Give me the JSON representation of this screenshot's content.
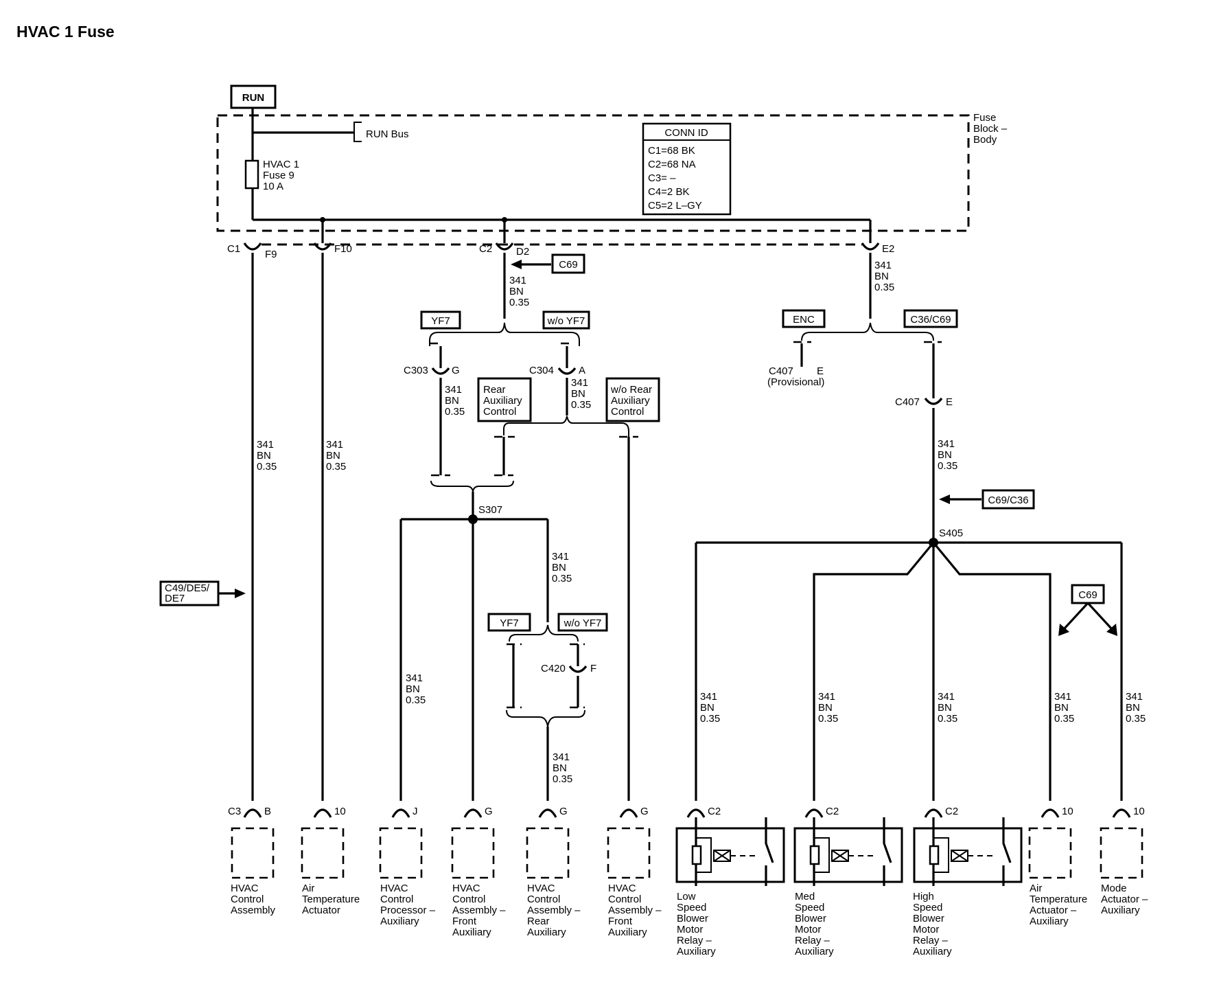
{
  "title": "HVAC 1 Fuse",
  "power": {
    "run_label": "RUN",
    "run_bus": "RUN Bus",
    "fuse": [
      "HVAC 1",
      "Fuse 9",
      "10 A"
    ],
    "fuse_block": [
      "Fuse",
      "Block –",
      "Body"
    ]
  },
  "conn_id": {
    "title": "CONN ID",
    "rows": [
      "C1=68 BK",
      "C2=68 NA",
      "C3= –",
      "C4=2 BK",
      "C5=2 L–GY"
    ]
  },
  "wire": [
    "341",
    "BN",
    "0.35"
  ],
  "connectors": {
    "c1": "C1",
    "f9": "F9",
    "f10": "F10",
    "c2": "C2",
    "d2": "D2",
    "e2": "E2",
    "c303": "C303",
    "g": "G",
    "c304": "C304",
    "a": "A",
    "c407": "C407",
    "e": "E",
    "provisional": "(Provisional)",
    "c420": "C420",
    "f": "F",
    "c3": "C3",
    "b": "B",
    "ten": "10",
    "j": "J"
  },
  "options": {
    "c69": "C69",
    "yf7": "YF7",
    "wo_yf7": "w/o YF7",
    "enc": "ENC",
    "c36_c69": "C36/C69",
    "c69_c36": "C69/C36",
    "c49": [
      "C49/DE5/",
      "DE7"
    ],
    "rear_aux": [
      "Rear",
      "Auxiliary",
      "Control"
    ],
    "wo_rear_aux": [
      "w/o Rear",
      "Auxiliary",
      "Control"
    ]
  },
  "splices": {
    "s307": "S307",
    "s405": "S405"
  },
  "components": {
    "hvac_control_assembly": [
      "HVAC",
      "Control",
      "Assembly"
    ],
    "air_temp_actuator": [
      "Air",
      "Temperature",
      "Actuator"
    ],
    "hvac_proc_aux": [
      "HVAC",
      "Control",
      "Processor –",
      "Auxiliary"
    ],
    "hvac_front_aux": [
      "HVAC",
      "Control",
      "Assembly –",
      "Front",
      "Auxiliary"
    ],
    "hvac_rear_aux": [
      "HVAC",
      "Control",
      "Assembly –",
      "Rear",
      "Auxiliary"
    ],
    "hvac_front_aux2": [
      "HVAC",
      "Control",
      "Assembly –",
      "Front",
      "Auxiliary"
    ],
    "low_relay": [
      "Low",
      "Speed",
      "Blower",
      "Motor",
      "Relay –",
      "Auxiliary"
    ],
    "med_relay": [
      "Med",
      "Speed",
      "Blower",
      "Motor",
      "Relay –",
      "Auxiliary"
    ],
    "high_relay": [
      "High",
      "Speed",
      "Blower",
      "Motor",
      "Relay –",
      "Auxiliary"
    ],
    "air_temp_aux": [
      "Air",
      "Temperature",
      "Actuator –",
      "Auxiliary"
    ],
    "mode_aux": [
      "Mode",
      "Actuator –",
      "Auxiliary"
    ]
  }
}
